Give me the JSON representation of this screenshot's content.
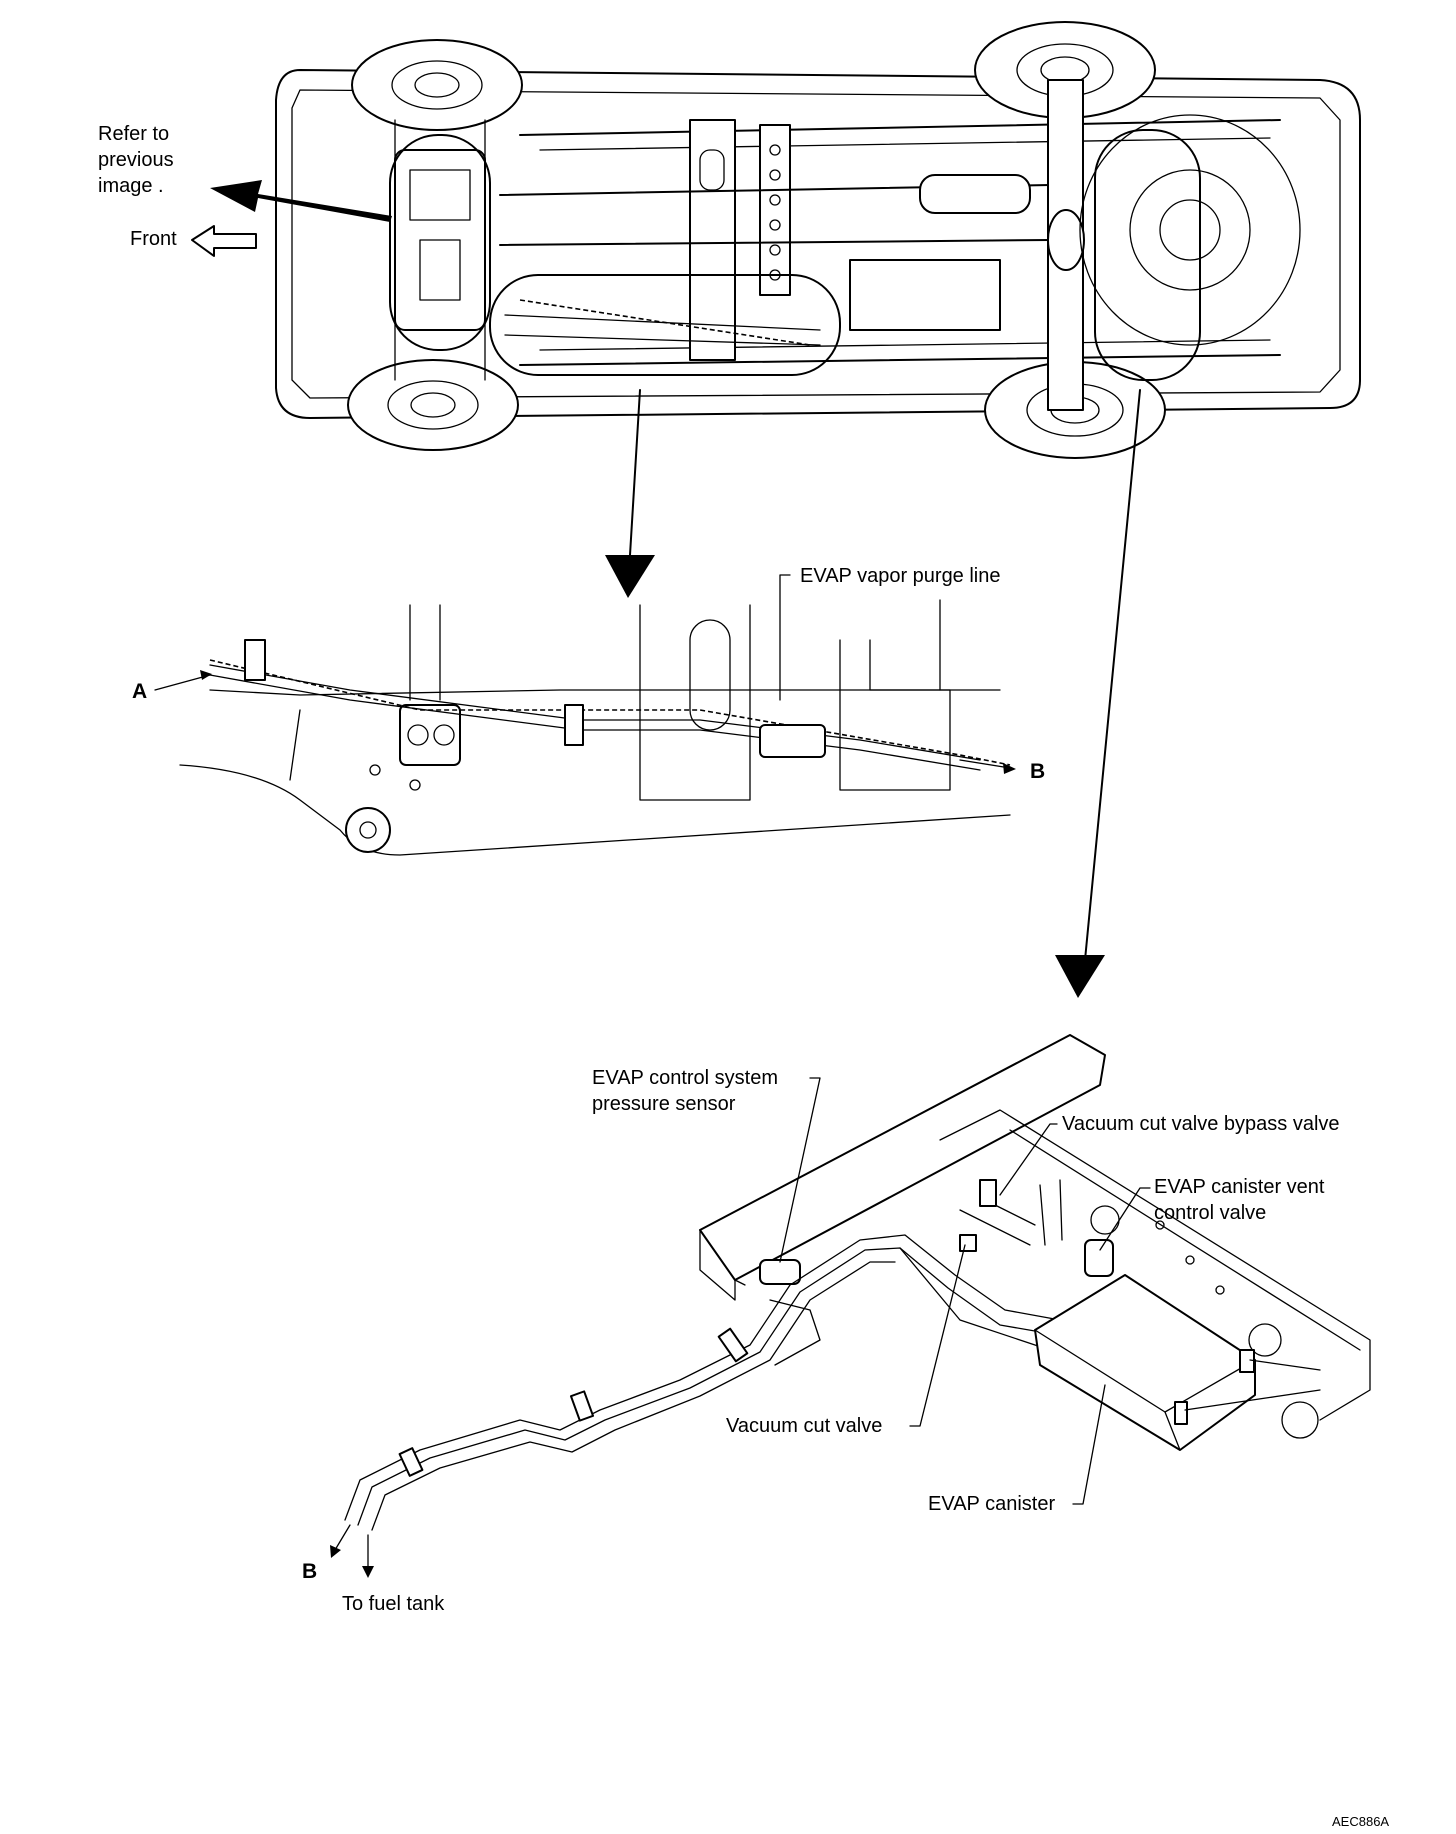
{
  "labels": {
    "refer_line1": "Refer to",
    "refer_line2": "previous",
    "refer_line3": "image .",
    "front": "Front",
    "evap_vapor_purge_line": "EVAP vapor purge line",
    "point_a": "A",
    "point_b_top": "B",
    "evap_pressure_sensor_line1": "EVAP control system",
    "evap_pressure_sensor_line2": "pressure sensor",
    "vacuum_cut_valve_bypass_valve": "Vacuum cut valve bypass valve",
    "evap_canister_vent_line1": "EVAP canister vent",
    "evap_canister_vent_line2": "control valve",
    "vacuum_cut_valve": "Vacuum cut valve",
    "evap_canister": "EVAP canister",
    "point_b_bottom": "B",
    "to_fuel_tank": "To fuel tank",
    "figure_code": "AEC886A"
  },
  "icons": {
    "front_arrow": "hollow-arrow-left",
    "pointer_arrows": "solid-black-arrow"
  },
  "colors": {
    "ink": "#000000",
    "paper": "#ffffff"
  }
}
